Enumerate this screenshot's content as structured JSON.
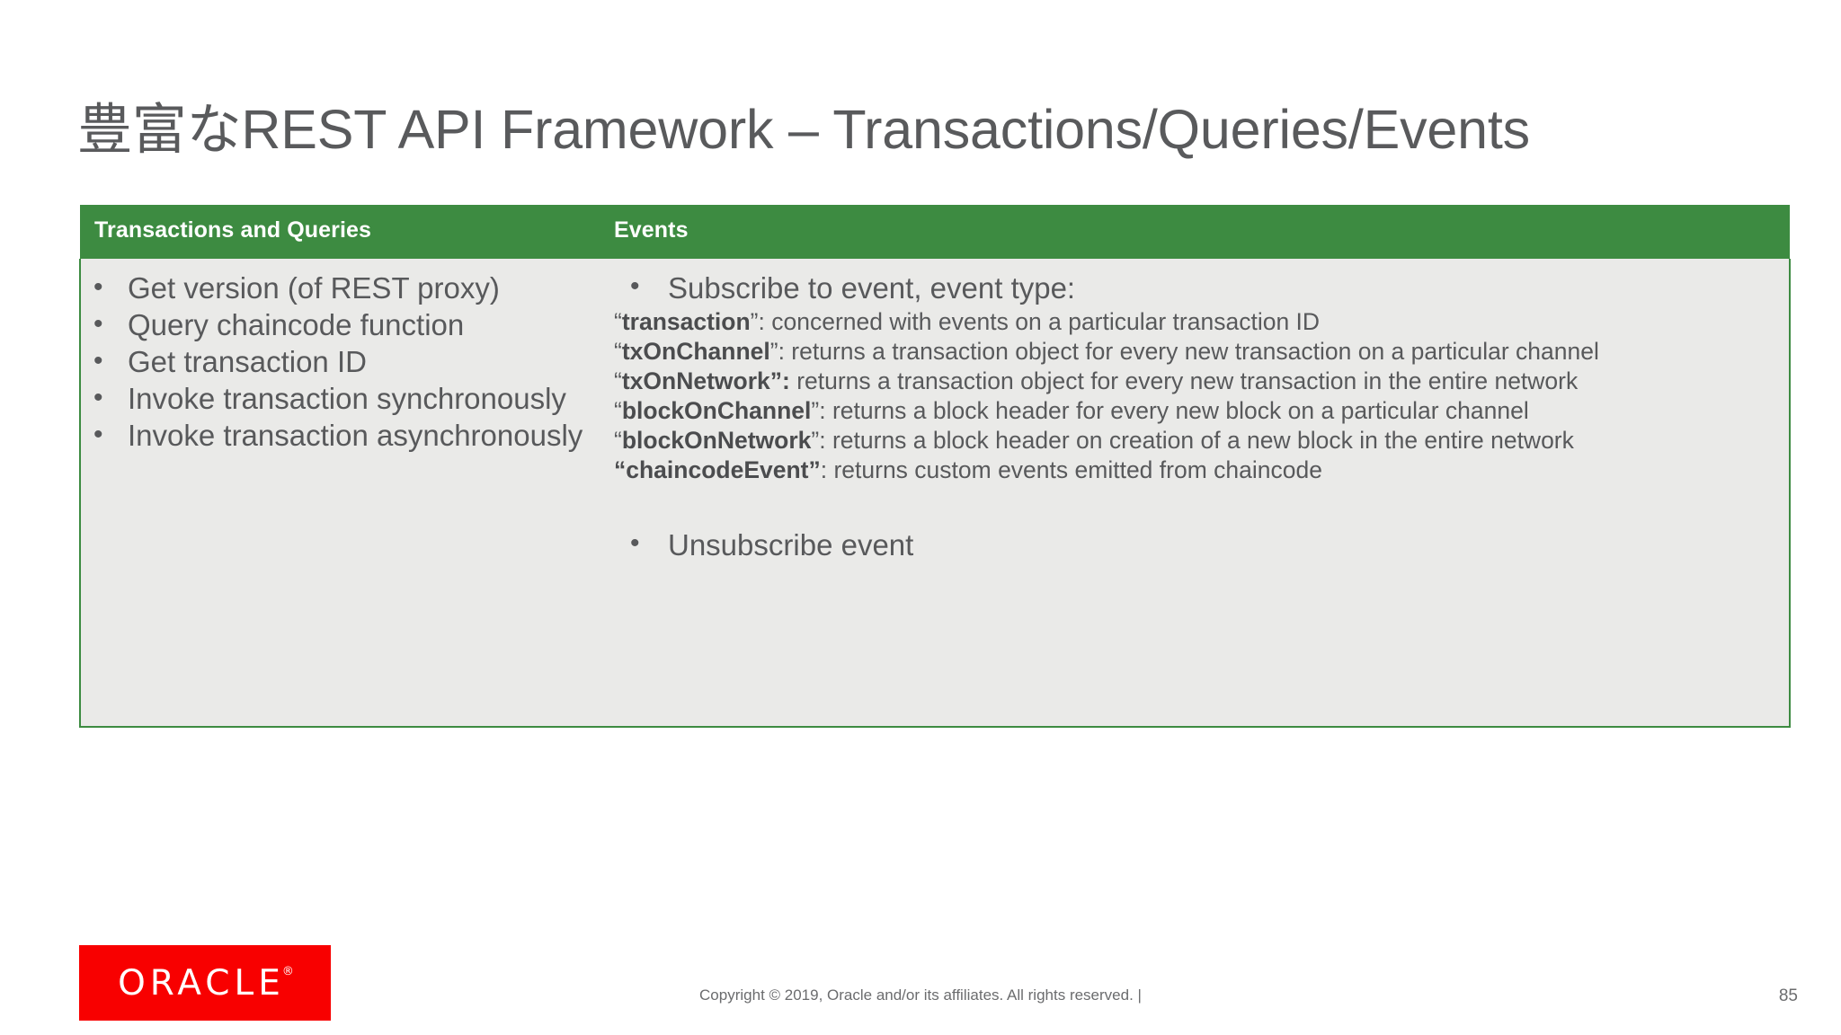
{
  "slide": {
    "title": "豊富なREST API  Framework – Transactions/Queries/Events",
    "page_number": "85",
    "copyright": "Copyright © 2019, Oracle and/or its affiliates. All rights reserved.  |",
    "logo_text": "ORACLE",
    "logo_registered": "®",
    "colors": {
      "header_green": "#3d8b41",
      "body_gray": "#eaeae8",
      "title_gray": "#595a5c",
      "oracle_red": "#f80000",
      "text_gray": "#58595b"
    }
  },
  "table": {
    "headers": {
      "left": "Transactions and Queries",
      "right": "Events"
    },
    "left_column": {
      "bullets": [
        "Get version (of REST proxy)",
        "Query chaincode function",
        "Get transaction ID",
        "Invoke transaction synchronously",
        "Invoke transaction asynchronously"
      ]
    },
    "right_column": {
      "first_bullet": "Subscribe to event, event type:",
      "event_types": [
        {
          "quoted_open": "“",
          "term": "transaction",
          "quoted_close": "”",
          "bold_close": false,
          "description": ": concerned with events on a particular transaction ID"
        },
        {
          "quoted_open": "“",
          "term": "txOnChannel",
          "quoted_close": "”",
          "bold_close": false,
          "description": ": returns a transaction object for every new transaction on a particular channel"
        },
        {
          "quoted_open": "“",
          "term": "txOnNetwork",
          "quoted_close": "”:",
          "bold_close": true,
          "description": " returns a transaction object for every new transaction in the entire network"
        },
        {
          "quoted_open": "“",
          "term": "blockOnChannel",
          "quoted_close": "”",
          "bold_close": false,
          "description": ": returns a block header for every new block on a particular channel"
        },
        {
          "quoted_open": "“",
          "term": "blockOnNetwork",
          "quoted_close": "”",
          "bold_close": false,
          "description": ": returns a block header on creation of a new block in the entire network"
        },
        {
          "quoted_open": "“",
          "term": "chaincodeEvent",
          "quoted_close": "”",
          "bold_close": true,
          "bold_open": true,
          "description": ": returns custom events emitted from chaincode"
        }
      ],
      "last_bullet": "Unsubscribe event"
    }
  }
}
